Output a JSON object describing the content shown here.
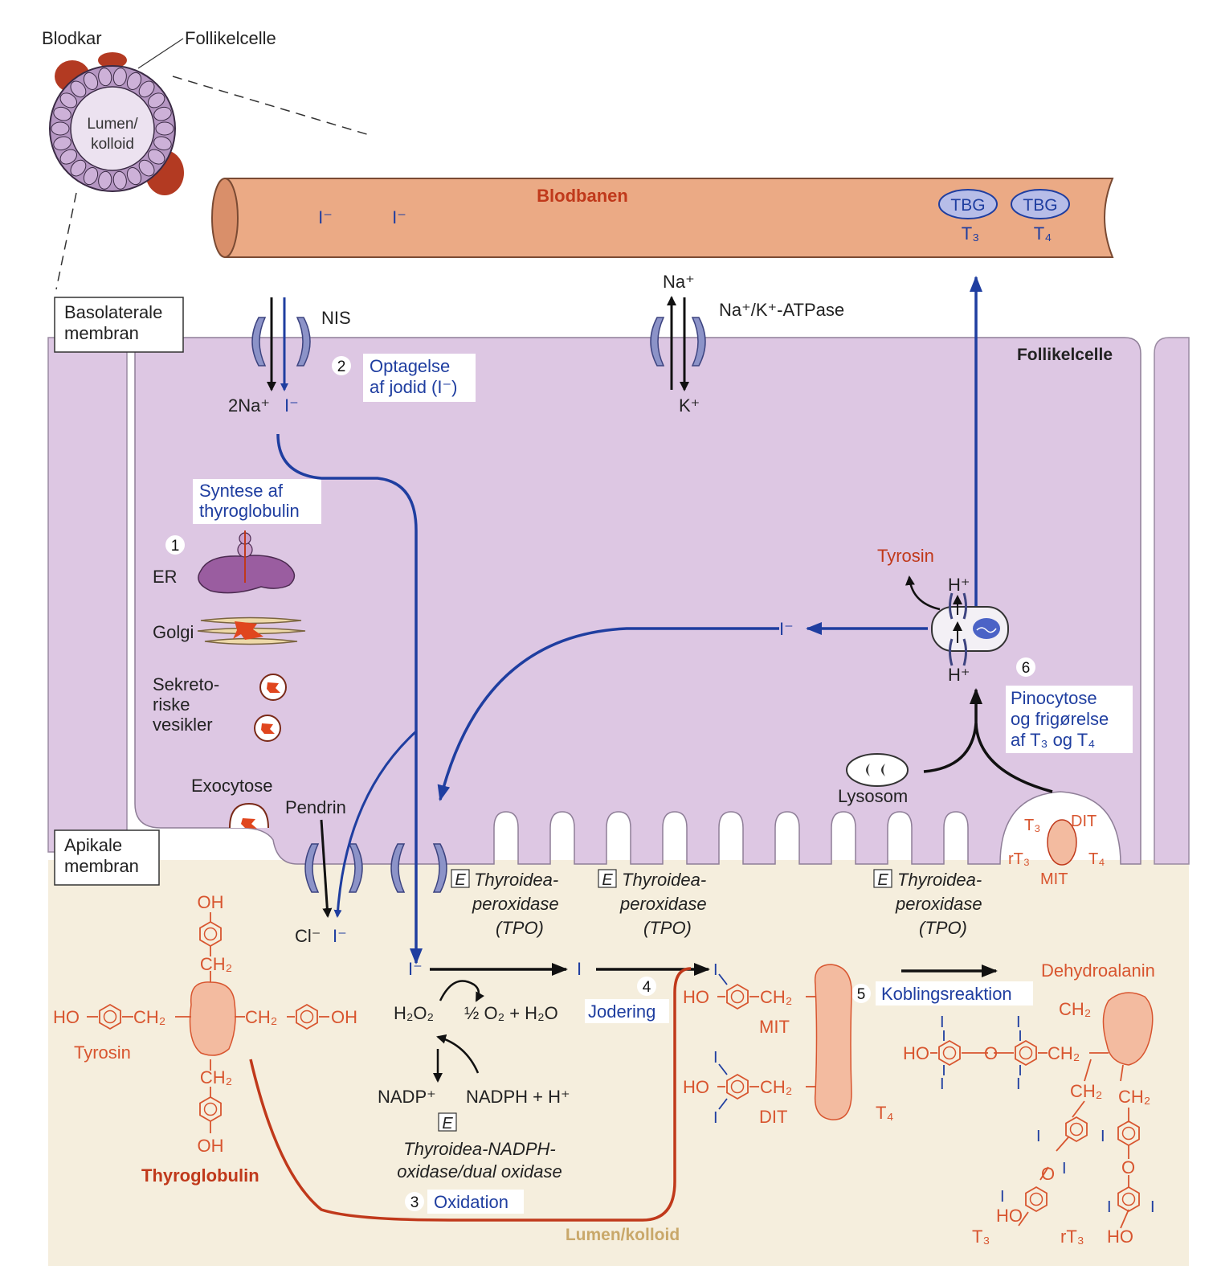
{
  "colors": {
    "cell_fill": "#ddc7e3",
    "lumen_fill": "#f5eedd",
    "blood_fill": "#ebaa85",
    "blue_arrow": "#1f3ea0",
    "red_text": "#c0391b",
    "orange_chem": "#d8552f",
    "channel": "#8c93c8"
  },
  "inset": {
    "blodkar": "Blodkar",
    "follikelcelle": "Follikelcelle",
    "lumen_line1": "Lumen/",
    "lumen_line2": "kolloid"
  },
  "blood": {
    "title": "Blodbanen",
    "iodide_1": "I⁻",
    "iodide_2": "I⁻",
    "tbg_1": "TBG",
    "tbg_2": "TBG",
    "t3": "T₃",
    "t4": "T₄"
  },
  "membranes": {
    "basolateral_line1": "Basolaterale",
    "basolateral_line2": "membran",
    "apical_line1": "Apikale",
    "apical_line2": "membran",
    "cell_title": "Follikelcelle",
    "lumen_title": "Lumen/kolloid"
  },
  "transporters": {
    "nis": "NIS",
    "na_top": "Na⁺",
    "atpase": "Na⁺/K⁺-ATPase",
    "k_bottom": "K⁺",
    "two_na": "2Na⁺",
    "iodide_in": "I⁻",
    "pendrin": "Pendrin",
    "cl": "Cl⁻",
    "iodide_out": "I⁻"
  },
  "steps": {
    "s1_num": "1",
    "s1_line1": "Syntese af",
    "s1_line2": "thyroglobulin",
    "s2_num": "2",
    "s2_line1": "Optagelse",
    "s2_line2": "af jodid (I⁻)",
    "s3_num": "3",
    "s3_label": "Oxidation",
    "s4_num": "4",
    "s4_label": "Jodering",
    "s5_num": "5",
    "s5_label": "Koblingsreaktion",
    "s6_num": "6",
    "s6_line1": "Pinocytose",
    "s6_line2": "og frigørelse",
    "s6_line3": "af T₃ og T₄"
  },
  "organelles": {
    "er": "ER",
    "golgi": "Golgi",
    "sek_line1": "Sekreto-",
    "sek_line2": "riske",
    "sek_line3": "vesikler",
    "exocytose": "Exocytose",
    "lysosom": "Lysosom",
    "tyrosin": "Tyrosin",
    "h_top": "H⁺",
    "h_bottom": "H⁺",
    "iodide_recycle": "I⁻"
  },
  "enzymes": {
    "e": "E",
    "tpo_line1": "Thyroidea-",
    "tpo_line2": "peroxidase",
    "tpo_line3": "(TPO)",
    "nadph_line1": "Thyroidea-NADPH-",
    "nadph_line2": "oxidase/dual oxidase"
  },
  "reactions": {
    "iodide": "I⁻",
    "iodine": "I",
    "h2o2": "H₂O₂",
    "o2_h2o": "½ O₂ + H₂O",
    "nadp": "NADP⁺",
    "nadph": "NADPH + H⁺"
  },
  "chemistry": {
    "oh": "OH",
    "ho": "HO",
    "ch2": "CH₂",
    "tyrosin": "Tyrosin",
    "thyroglobulin": "Thyroglobulin",
    "mit": "MIT",
    "dit": "DIT",
    "t4": "T₄",
    "t3": "T₃",
    "rt3": "rT₃",
    "dehydroalanin": "Dehydroalanin",
    "i": "I",
    "o": "O"
  },
  "vesicle": {
    "t3": "T₃",
    "dit": "DIT",
    "rt3": "rT₃",
    "t4": "T₄",
    "mit": "MIT"
  }
}
